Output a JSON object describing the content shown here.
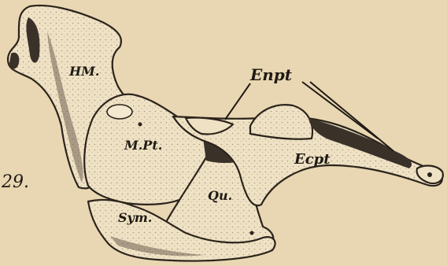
{
  "figure": {
    "number": "29.",
    "labels": {
      "hm": "HM.",
      "mpt": "M.Pt.",
      "sym": "Sym.",
      "qu": "Qu.",
      "enpt": "Enpt",
      "ecpt": "Ecpt"
    }
  }
}
